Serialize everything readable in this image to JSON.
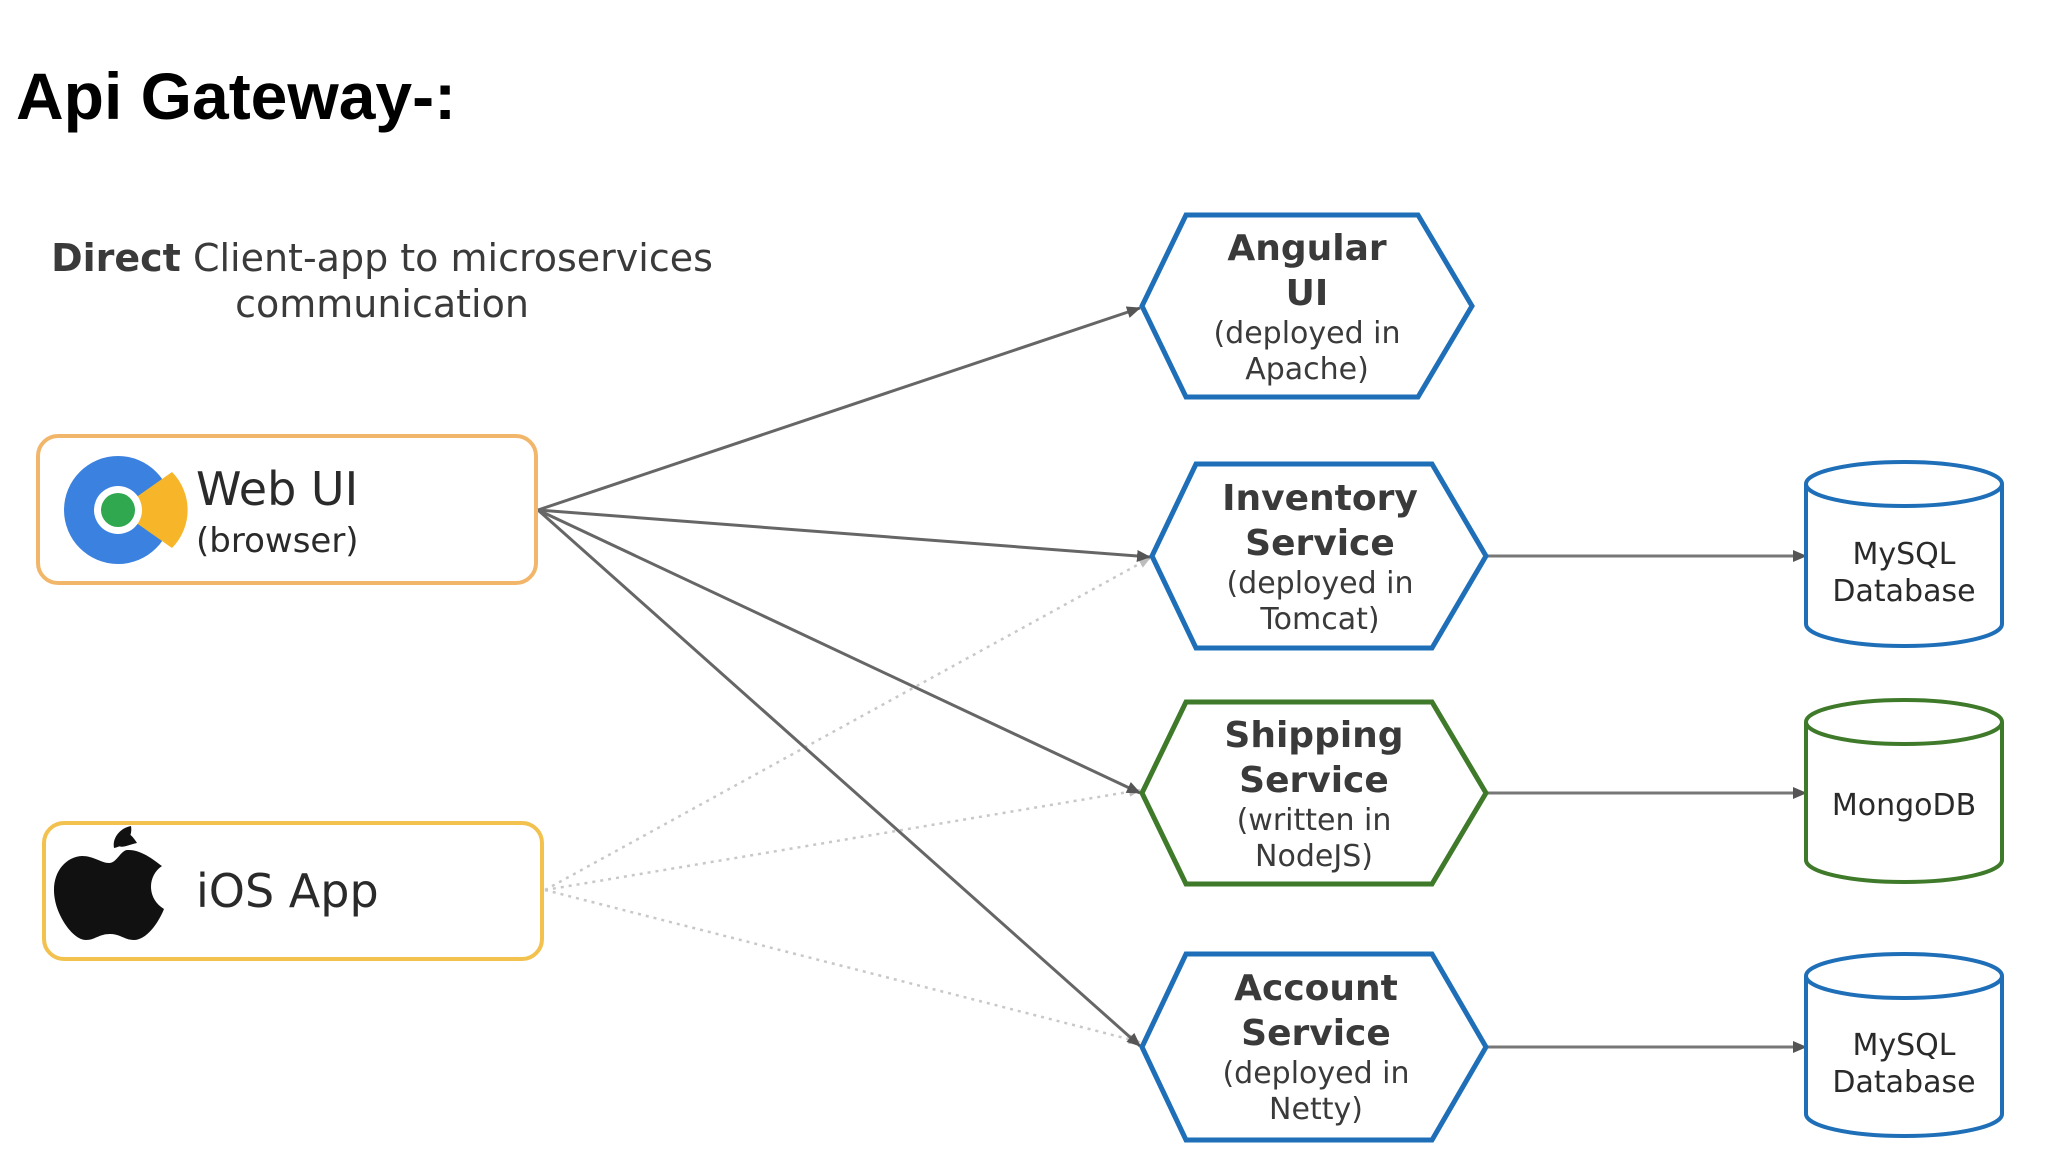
{
  "slide": {
    "title": "Api Gateway-:"
  },
  "diagram": {
    "caption": {
      "bold": "Direct",
      "line1_rest": " Client-app to microservices",
      "line2": "communication"
    },
    "clients": [
      {
        "id": "web",
        "title": "Web UI",
        "subtitle": "(browser)",
        "icon": "chrome-icon",
        "border_color": "#F2B66A"
      },
      {
        "id": "ios",
        "title": "iOS App",
        "subtitle": "",
        "icon": "apple-icon",
        "border_color": "#F2C14E"
      }
    ],
    "services": [
      {
        "id": "angular",
        "title1": "Angular",
        "title2": "UI",
        "sub1": "(deployed in",
        "sub2": "Apache)",
        "color": "#1E6FB8"
      },
      {
        "id": "inventory",
        "title1": "Inventory",
        "title2": "Service",
        "sub1": "(deployed in",
        "sub2": "Tomcat)",
        "color": "#1E6FB8"
      },
      {
        "id": "shipping",
        "title1": "Shipping",
        "title2": "Service",
        "sub1": "(written in",
        "sub2": "NodeJS)",
        "color": "#3E7A2A"
      },
      {
        "id": "account",
        "title1": "Account",
        "title2": "Service",
        "sub1": "(deployed in",
        "sub2": "Netty)",
        "color": "#1E6FB8"
      }
    ],
    "databases": [
      {
        "id": "mysql1",
        "line1": "MySQL",
        "line2": "Database",
        "color": "#1E6FB8"
      },
      {
        "id": "mongo",
        "line1": "MongoDB",
        "line2": "",
        "color": "#3E7A2A"
      },
      {
        "id": "mysql2",
        "line1": "MySQL",
        "line2": "Database",
        "color": "#1E6FB8"
      }
    ]
  }
}
